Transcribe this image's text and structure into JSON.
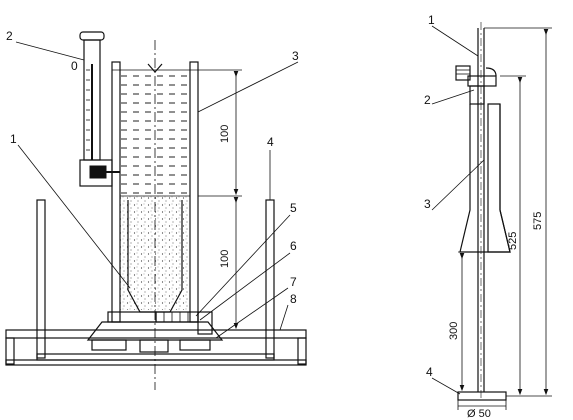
{
  "left_figure": {
    "callouts": [
      {
        "id": "1",
        "label": "1"
      },
      {
        "id": "2",
        "label": "2"
      },
      {
        "id": "3",
        "label": "3"
      },
      {
        "id": "4",
        "label": "4"
      },
      {
        "id": "5",
        "label": "5"
      },
      {
        "id": "6",
        "label": "6"
      },
      {
        "id": "7",
        "label": "7"
      },
      {
        "id": "8",
        "label": "8"
      }
    ],
    "zero_mark": "0",
    "dimensions": {
      "upper": "100",
      "lower": "100"
    }
  },
  "right_figure": {
    "callouts": [
      {
        "id": "1",
        "label": "1"
      },
      {
        "id": "2",
        "label": "2"
      },
      {
        "id": "3",
        "label": "3"
      },
      {
        "id": "4",
        "label": "4"
      }
    ],
    "dimensions": {
      "total": "575",
      "upper": "525",
      "lower": "300",
      "base_diameter": "Ø 50"
    }
  },
  "colors": {
    "ink": "#111111",
    "paper": "#ffffff"
  }
}
